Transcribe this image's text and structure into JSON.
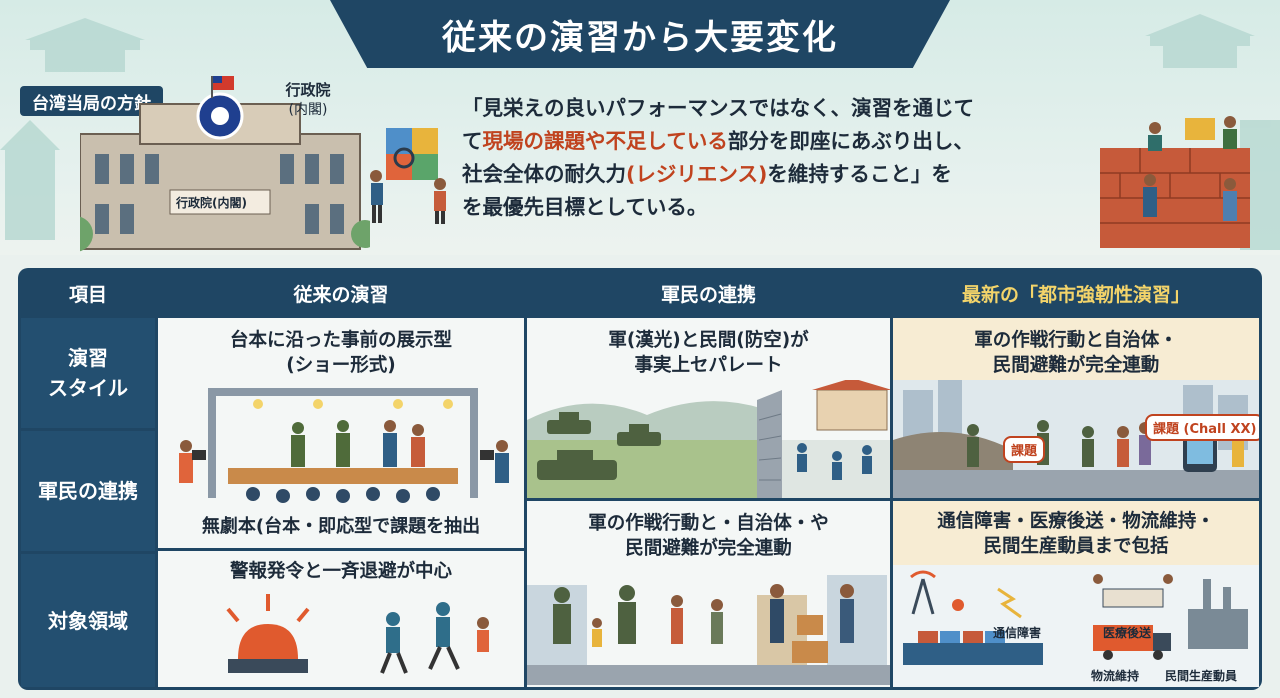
{
  "header": {
    "title": "従来の演習から大要変化"
  },
  "policy": {
    "tag": "台湾当局の方針",
    "gov_label_line1": "行政院",
    "gov_label_line2": "(内閣)",
    "building_sign": "行政院(内閣)",
    "quote_line1": "「見栄えの良いパフォーマンスではなく、演習を通じて",
    "quote_line2_pre": "て",
    "quote_line2_hl": "現場の課題や不足している",
    "quote_line2_post": "部分を即座にあぶり出し、",
    "quote_line3_pre": "社会全体の耐久力",
    "quote_line3_hl": "(レジリエンス)",
    "quote_line3_post": "を維持すること」を",
    "quote_line4": "を最優先目標としている。"
  },
  "table": {
    "headers": {
      "item": "項目",
      "traditional": "従来の演習",
      "civil_military": "軍民の連携",
      "latest": "最新の「都市強靭性演習」"
    },
    "rows": {
      "style": "演習\nスタイル",
      "civil_military": "軍民の連携",
      "scope": "対象領域"
    },
    "traditional": {
      "top_text_1": "台本に沿った事前の展示型",
      "top_text_2": "(ショー形式)",
      "mid_text": "無劇本(台本・即応型で課題を抽出",
      "bottom_text": "警報発令と一斉退避が中心"
    },
    "civil_military": {
      "top_text_1": "軍(漢光)と民間(防空)が",
      "top_text_2": "事実上セパレート",
      "bottom_text_1": "軍の作戦行動と・自治体・や",
      "bottom_text_2": "民間避難が完全連動"
    },
    "latest": {
      "top_text_1": "軍の作戦行動と自治体・",
      "top_text_2": "民間避難が完全連動",
      "bubble_1": "課題",
      "bubble_2": "課題 (Chall XX)",
      "mid_text_1": "通信障害・医療後送・物流維持・",
      "mid_text_2": "民間生産動員まで包括",
      "icon_label_comm": "通信障害",
      "icon_label_medical": "医療後送",
      "icon_label_logistics": "物流維持",
      "icon_label_production": "民間生産動員"
    }
  },
  "colors": {
    "navy": "#1f4664",
    "accent_red": "#c0431f",
    "gold": "#f3d46a",
    "cell_bg": "#f4f7f6",
    "highlight_bg": "#f7ecd3"
  }
}
